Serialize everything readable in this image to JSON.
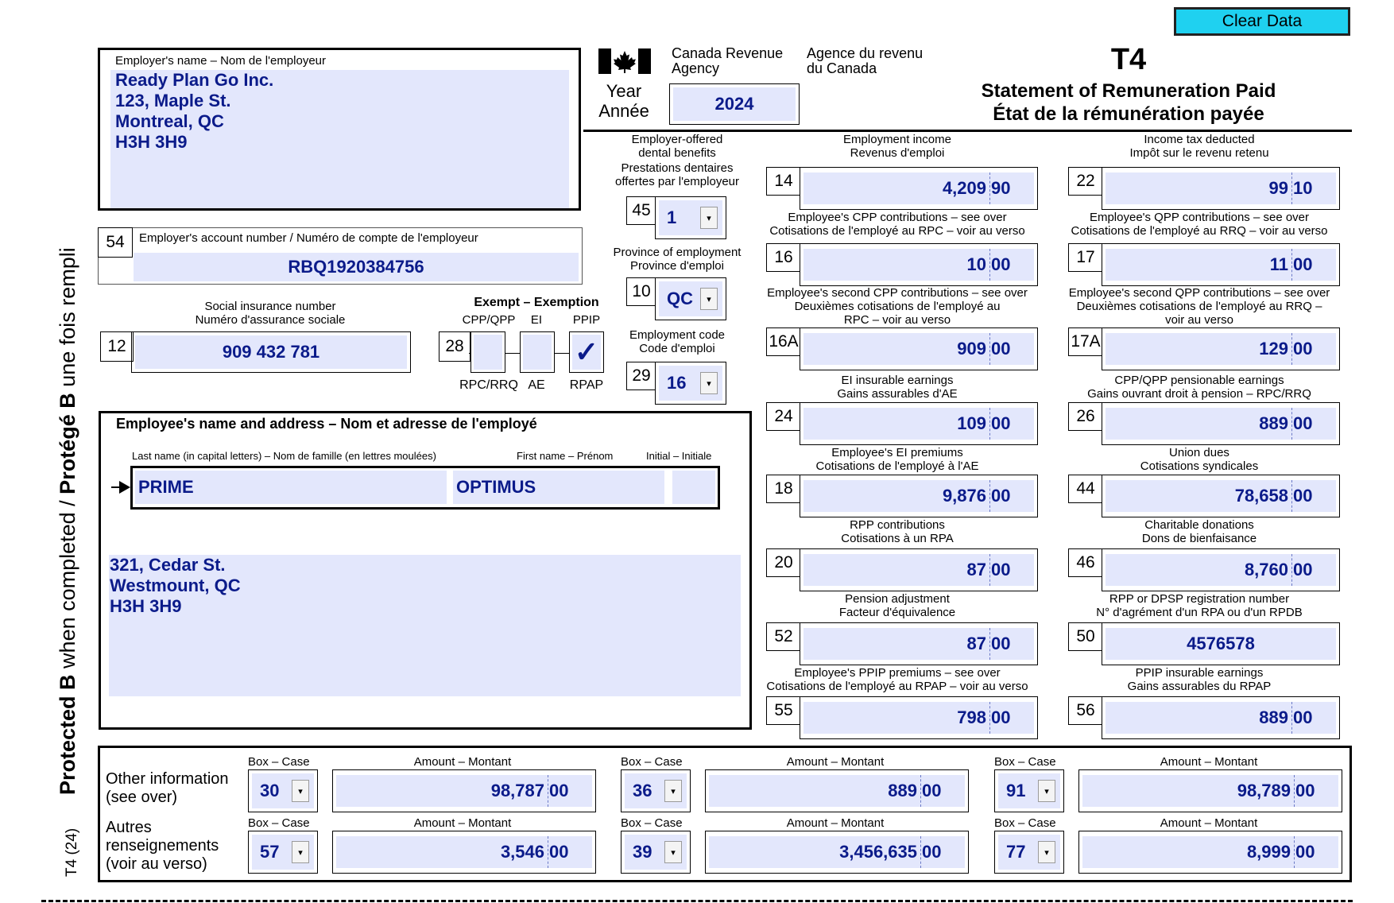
{
  "clear_button": "Clear Data",
  "agency": {
    "name_en_1": "Canada Revenue",
    "name_en_2": "Agency",
    "name_fr_1": "Agence du revenu",
    "name_fr_2": "du Canada",
    "year_en": "Year",
    "year_fr": "Année",
    "year": "2024"
  },
  "form": {
    "code": "T4",
    "title_en": "Statement of Remuneration Paid",
    "title_fr": "État de la rémunération payée",
    "side_protected": "Protected B when completed / Protégé B une fois rempli",
    "side_form": "T4 (24)"
  },
  "employer": {
    "label": "Employer's name – Nom de l'employeur",
    "lines": [
      "Ready Plan Go Inc.",
      "123, Maple St.",
      "Montreal, QC",
      "H3H 3H9"
    ],
    "account_box": "54",
    "account_label": "Employer's account number / Numéro de compte de l'employeur",
    "account": "RBQ1920384756"
  },
  "sin": {
    "box": "12",
    "label_en": "Social insurance number",
    "label_fr": "Numéro d'assurance sociale",
    "value": "909 432 781"
  },
  "exempt": {
    "box": "28",
    "title": "Exempt – Exemption",
    "cols_top": [
      "CPP/QPP",
      "EI",
      "PPIP"
    ],
    "cols_bottom": [
      "RPC/RRQ",
      "AE",
      "RPAP"
    ],
    "checked": [
      false,
      false,
      true
    ],
    "check_mark": "✓"
  },
  "dental": {
    "label": [
      "Employer-offered",
      "dental benefits",
      "Prestations dentaires",
      "offertes par l'employeur"
    ],
    "box": "45",
    "value": "1"
  },
  "province": {
    "label": [
      "Province of employment",
      "Province d'emploi"
    ],
    "box": "10",
    "value": "QC"
  },
  "emp_code": {
    "label": [
      "Employment code",
      "Code d'emploi"
    ],
    "box": "29",
    "value": "16"
  },
  "employee": {
    "title": "Employee's name and address – Nom et adresse de l'employé",
    "last_label": "Last name (in capital letters) – Nom de famille (en lettres moulées)",
    "first_label": "First name – Prénom",
    "initial_label": "Initial – Initiale",
    "last": "PRIME",
    "first": "OPTIMUS",
    "initial": "",
    "address": [
      "321, Cedar St.",
      "Westmount, QC",
      "H3H 3H9"
    ]
  },
  "boxes": [
    {
      "box": "14",
      "label": [
        "Employment income",
        "Revenus d'emploi"
      ],
      "dollars": "4,209",
      "cents": "90"
    },
    {
      "box": "22",
      "label": [
        "Income tax deducted",
        "Impôt sur le revenu retenu"
      ],
      "dollars": "99",
      "cents": "10"
    },
    {
      "box": "16",
      "label": [
        "Employee's CPP contributions – see over",
        "Cotisations de l'employé au RPC – voir au verso"
      ],
      "dollars": "10",
      "cents": "00"
    },
    {
      "box": "17",
      "label": [
        "Employee's QPP contributions – see over",
        "Cotisations de l'employé au RRQ – voir au verso"
      ],
      "dollars": "11",
      "cents": "00"
    },
    {
      "box": "16A",
      "label": [
        "Employee's second CPP contributions – see over",
        "Deuxièmes cotisations de l'employé au",
        "RPC – voir au verso"
      ],
      "dollars": "909",
      "cents": "00"
    },
    {
      "box": "17A",
      "label": [
        "Employee's second QPP contributions – see over",
        "Deuxièmes cotisations de l'employé au RRQ –",
        "voir au verso"
      ],
      "dollars": "129",
      "cents": "00"
    },
    {
      "box": "24",
      "label": [
        "EI insurable earnings",
        "Gains assurables d'AE"
      ],
      "dollars": "109",
      "cents": "00"
    },
    {
      "box": "26",
      "label": [
        "CPP/QPP pensionable earnings",
        "Gains ouvrant droit à pension – RPC/RRQ"
      ],
      "dollars": "889",
      "cents": "00"
    },
    {
      "box": "18",
      "label": [
        "Employee's EI premiums",
        "Cotisations de l'employé à l'AE"
      ],
      "dollars": "9,876",
      "cents": "00"
    },
    {
      "box": "44",
      "label": [
        "Union dues",
        "Cotisations syndicales"
      ],
      "dollars": "78,658",
      "cents": "00"
    },
    {
      "box": "20",
      "label": [
        "RPP contributions",
        "Cotisations à un RPA"
      ],
      "dollars": "87",
      "cents": "00"
    },
    {
      "box": "46",
      "label": [
        "Charitable donations",
        "Dons de bienfaisance"
      ],
      "dollars": "8,760",
      "cents": "00"
    },
    {
      "box": "52",
      "label": [
        "Pension adjustment",
        "Facteur d'équivalence"
      ],
      "dollars": "87",
      "cents": "00"
    },
    {
      "box": "50",
      "label": [
        "RPP or DPSP registration number",
        "N° d'agrément d'un RPA ou d'un RPDB"
      ],
      "value": "4576578"
    },
    {
      "box": "55",
      "label": [
        "Employee's PPIP premiums – see over",
        "Cotisations de l'employé au RPAP – voir au verso"
      ],
      "dollars": "798",
      "cents": "00"
    },
    {
      "box": "56",
      "label": [
        "PPIP insurable earnings",
        "Gains assurables du RPAP"
      ],
      "dollars": "889",
      "cents": "00"
    }
  ],
  "other": {
    "label_en": [
      "Other information",
      "(see over)"
    ],
    "label_fr": [
      "Autres",
      "renseignements",
      "(voir au verso)"
    ],
    "box_label": "Box – Case",
    "amount_label": "Amount – Montant",
    "rows": [
      [
        {
          "box": "30",
          "dollars": "98,787",
          "cents": "00"
        },
        {
          "box": "36",
          "dollars": "889",
          "cents": "00"
        },
        {
          "box": "91",
          "dollars": "98,789",
          "cents": "00"
        }
      ],
      [
        {
          "box": "57",
          "dollars": "3,546",
          "cents": "00"
        },
        {
          "box": "39",
          "dollars": "3,456,635",
          "cents": "00"
        },
        {
          "box": "77",
          "dollars": "8,999",
          "cents": "00"
        }
      ]
    ]
  },
  "icons": {
    "flag": "canada-flag-icon",
    "dropdown": "chevron-down-icon"
  }
}
